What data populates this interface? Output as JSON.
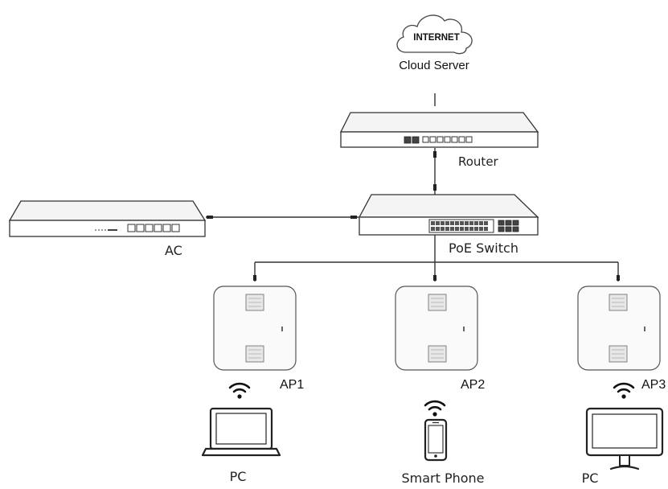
{
  "cloud": {
    "label": "INTERNET",
    "caption": "Cloud Server"
  },
  "router": {
    "label": "Router"
  },
  "ac": {
    "label": "AC"
  },
  "switch": {
    "label": "PoE Switch"
  },
  "access_points": [
    {
      "label": "AP1"
    },
    {
      "label": "AP2"
    },
    {
      "label": "AP3"
    }
  ],
  "clients": [
    {
      "label": "PC",
      "icon": "laptop-icon"
    },
    {
      "label": "Smart Phone",
      "icon": "smartphone-icon"
    },
    {
      "label": "PC",
      "icon": "desktop-monitor-icon"
    }
  ]
}
